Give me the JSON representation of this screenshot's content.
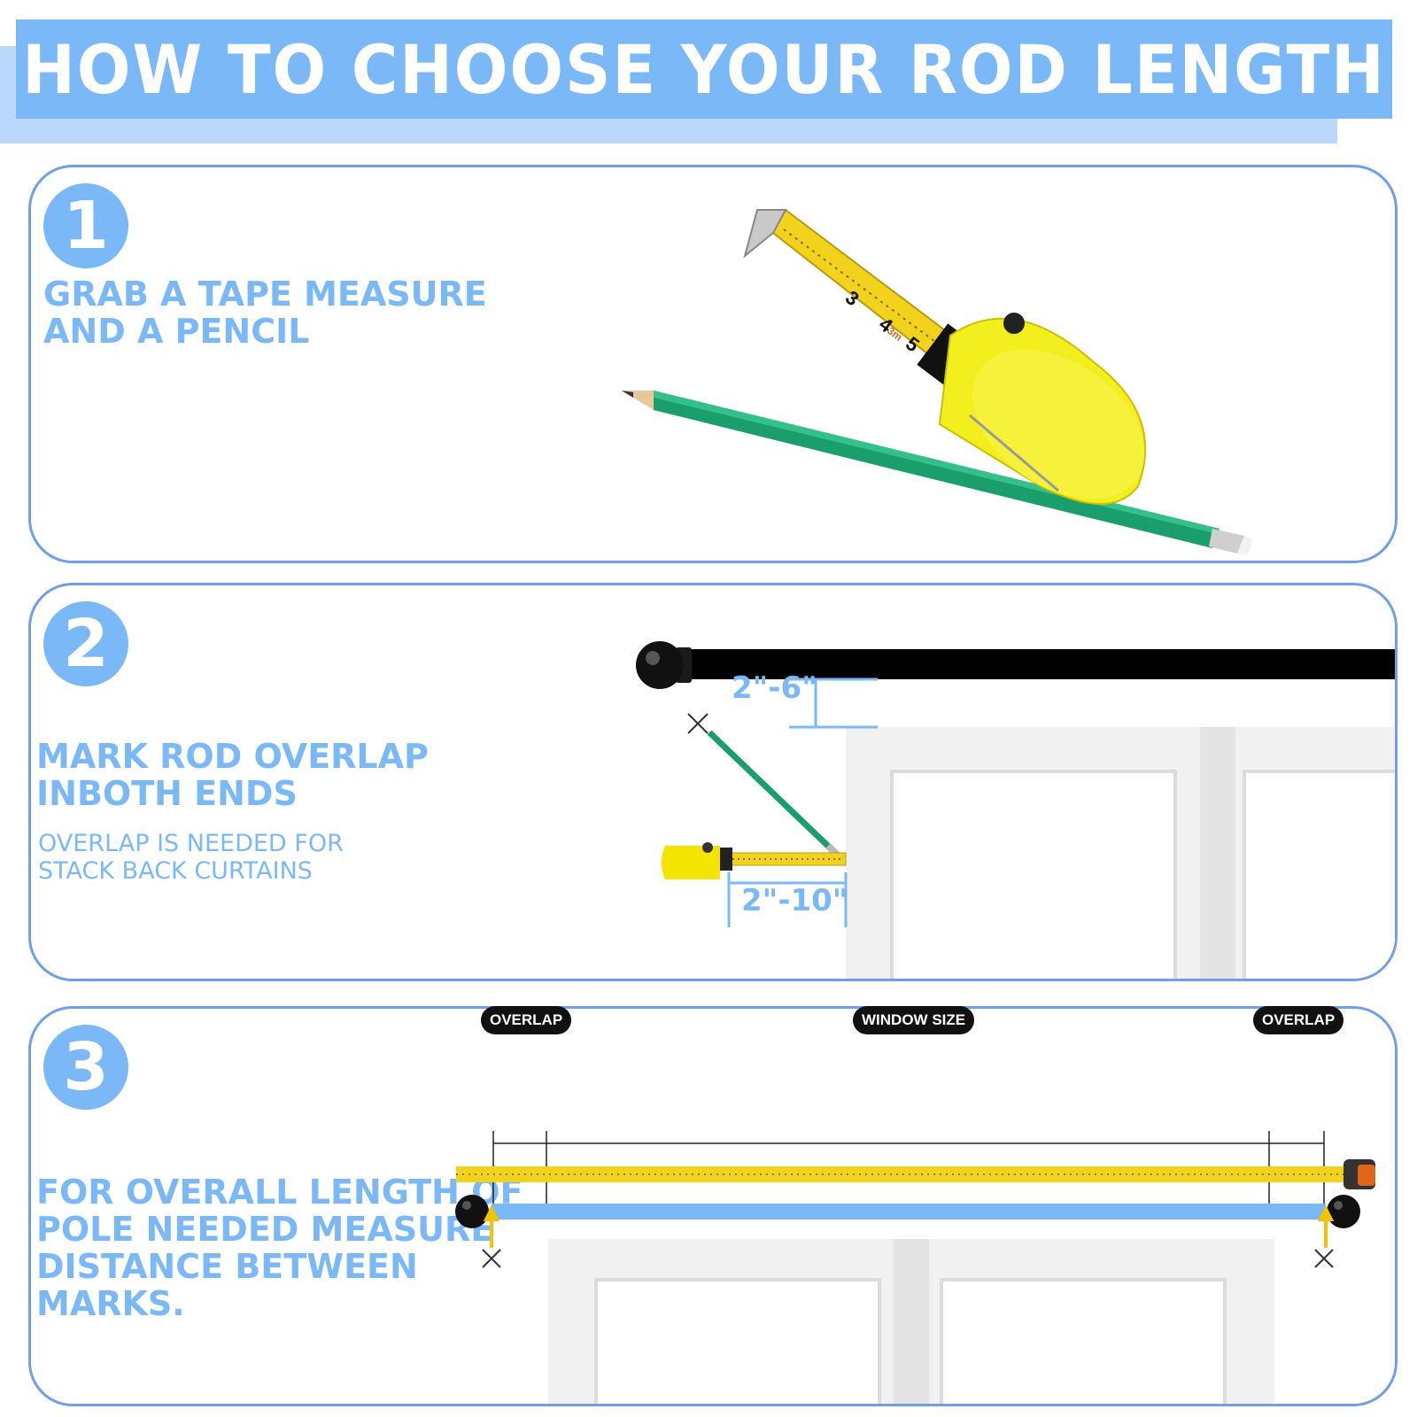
{
  "header": {
    "title": "HOW TO CHOOSE YOUR ROD LENGTH"
  },
  "theme": {
    "accent": "#7ab8f7",
    "panel_border": "#6f9fe6",
    "rod": "#000000",
    "tape": "#f2d21b",
    "pencil": "#1a9e6e"
  },
  "steps": [
    {
      "number": "1",
      "heading_lines": [
        "GRAB A TAPE MEASURE",
        "AND A PENCIL"
      ]
    },
    {
      "number": "2",
      "heading_lines": [
        "MARK ROD OVERLAP",
        "INBOTH ENDS"
      ],
      "note_lines": [
        "OVERLAP IS NEEDED FOR",
        "STACK BACK CURTAINS"
      ],
      "dims": {
        "rod_height": "2\"-6\"",
        "overlap": "2\"-10\""
      }
    },
    {
      "number": "3",
      "heading_lines": [
        "FOR OVERALL LENGTH OF",
        "POLE NEEDED MEASURE",
        "DISTANCE BETWEEN",
        "MARKS."
      ],
      "labels": {
        "overlap_left": "OVERLAP",
        "window_size": "WINDOW SIZE",
        "overlap_right": "OVERLAP"
      }
    }
  ],
  "tape_numbers": [
    "3",
    "4",
    "5"
  ],
  "tape_badge": "3m",
  "icons": [
    "tape-measure-icon",
    "pencil-icon",
    "curtain-rod-icon",
    "window-icon",
    "cross-mark-icon",
    "arrow-up-icon"
  ]
}
